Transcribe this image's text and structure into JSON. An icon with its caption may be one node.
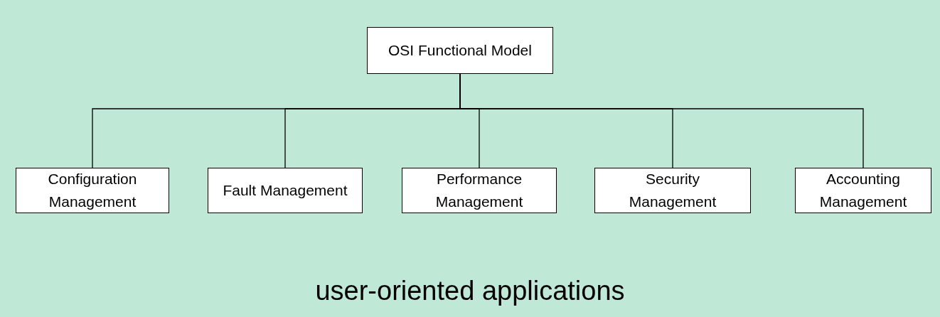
{
  "diagram": {
    "nodes": [
      {
        "text": [
          "OSI Functional Model"
        ]
      },
      {
        "text": [
          "Configuration Management"
        ]
      },
      {
        "text": [
          "Fault Management"
        ]
      },
      {
        "text": [
          "Performance Management"
        ]
      },
      {
        "text": [
          "Security Management"
        ]
      },
      {
        "text": [
          "Accounting Management"
        ]
      }
    ],
    "edges": [
      {
        "from": 0,
        "to": 1,
        "arrow": "none"
      },
      {
        "from": 0,
        "to": 2,
        "arrow": "none"
      },
      {
        "from": 0,
        "to": 3,
        "arrow": "none"
      },
      {
        "from": 0,
        "to": 4,
        "arrow": "none"
      },
      {
        "from": 0,
        "to": 5,
        "arrow": "none"
      }
    ],
    "labels": [
      "user-oriented applications"
    ]
  }
}
